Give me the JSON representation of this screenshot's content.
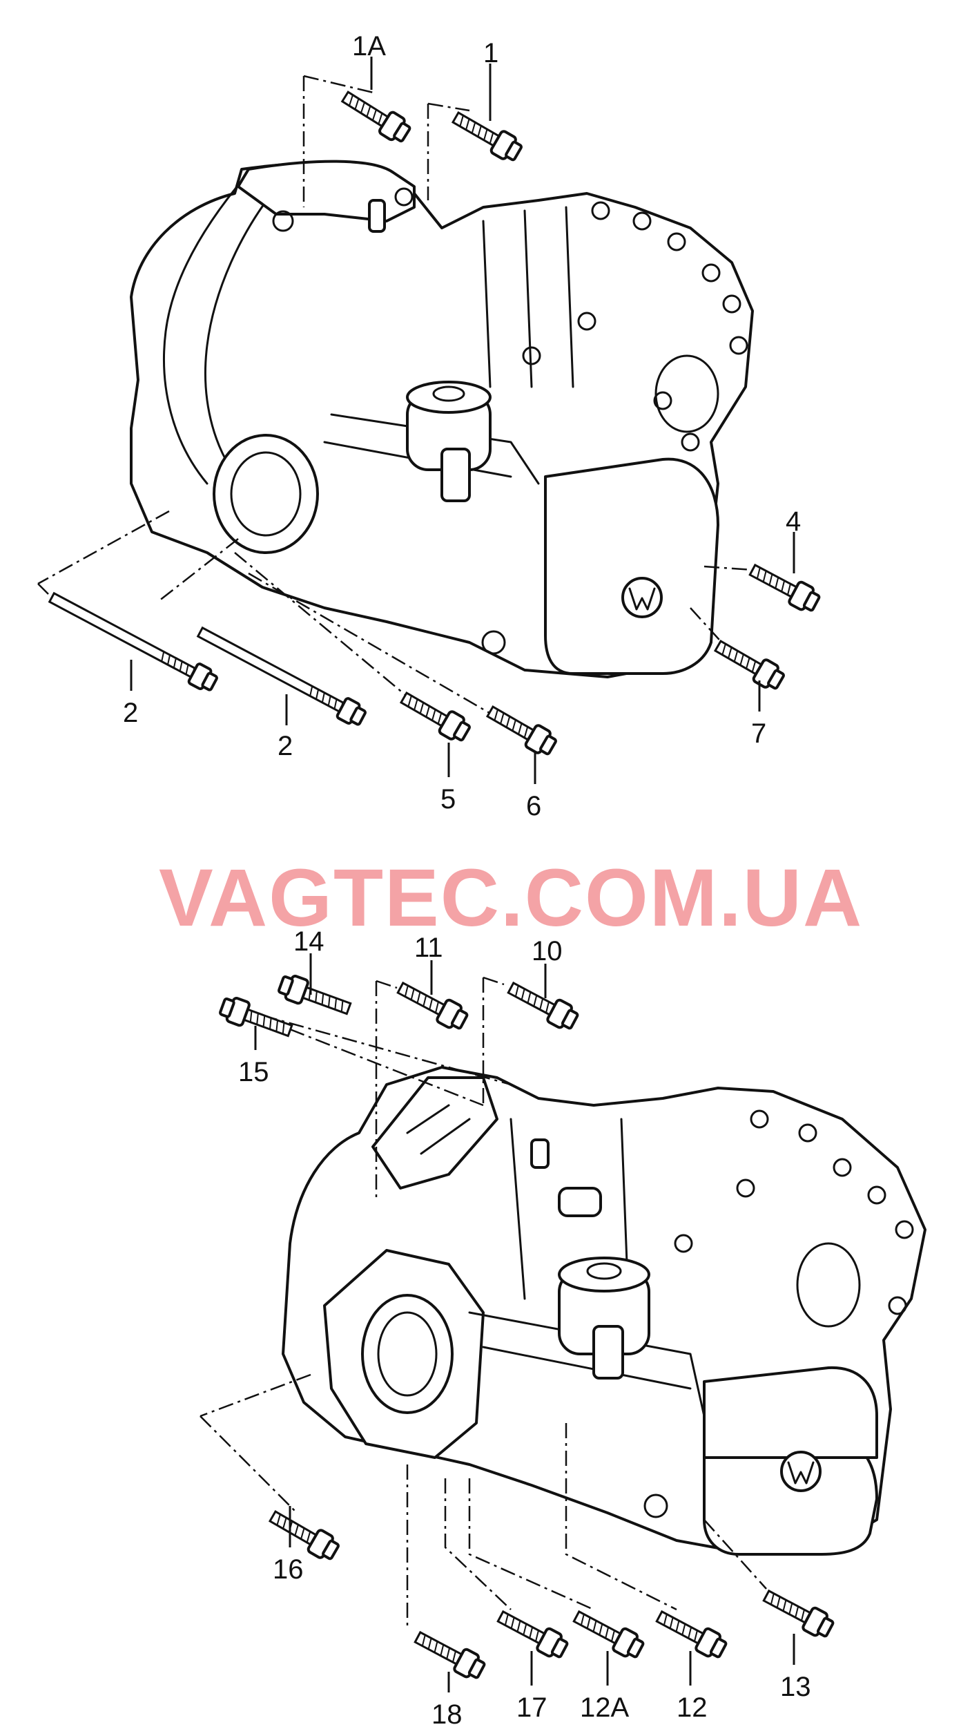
{
  "watermark": "VAGTEC.COM.UA",
  "upper_callouts": {
    "c1A": "1A",
    "c1": "1",
    "c2a": "2",
    "c2b": "2",
    "c4": "4",
    "c5": "5",
    "c6": "6",
    "c7": "7"
  },
  "lower_callouts": {
    "c10": "10",
    "c11": "11",
    "c12": "12",
    "c12A": "12A",
    "c13": "13",
    "c14": "14",
    "c15": "15",
    "c16": "16",
    "c17": "17",
    "c18": "18"
  },
  "icons": {
    "housing": "gearbox-housing-icon",
    "bolt": "bolt-icon",
    "emblem": "vw-logo-icon"
  }
}
